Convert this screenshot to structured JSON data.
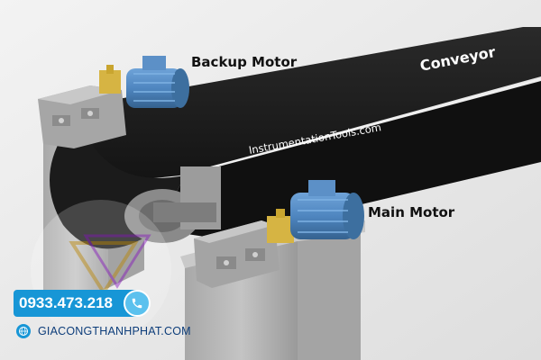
{
  "labels": {
    "backup_motor": "Backup Motor",
    "main_motor": "Main Motor",
    "conveyor": "Conveyor",
    "watermark": "InstrumentationTools.com"
  },
  "contact": {
    "phone": "0933.473.218",
    "website": "GIACONGTHANHPHAT.COM"
  },
  "colors": {
    "background": "#ececec",
    "belt": "#1f1f1f",
    "motor_blue": "#4f86c0",
    "gearbox_grey": "#9e9e9e",
    "pillar_grey": "#b3b3b3",
    "brand_blue": "#1796d6"
  },
  "icons": [
    "phone-icon",
    "globe-icon",
    "logo-icon"
  ]
}
